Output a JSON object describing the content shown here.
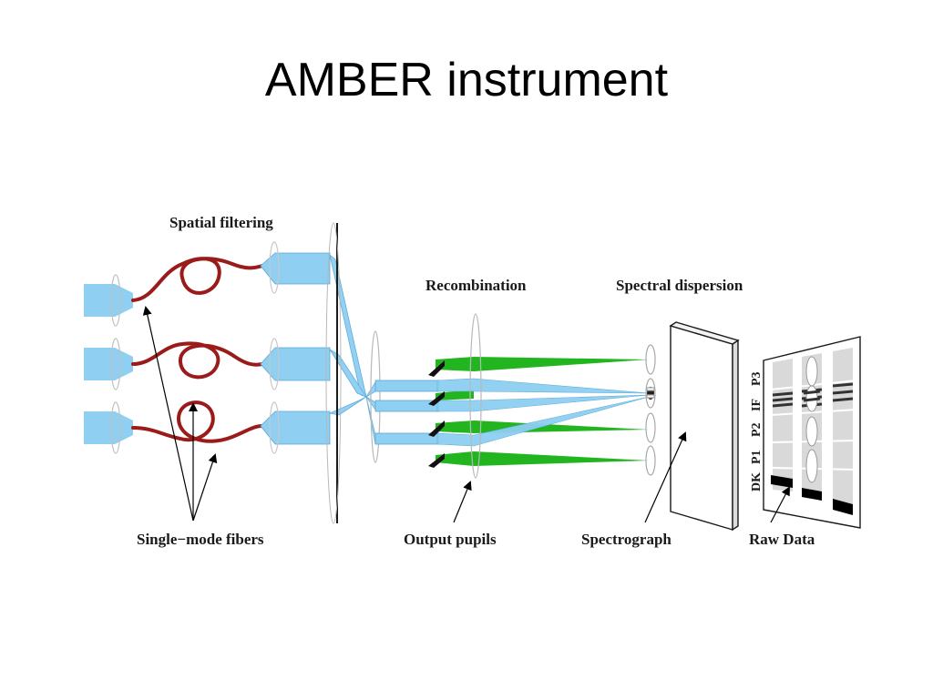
{
  "slide": {
    "title": "AMBER instrument"
  },
  "diagram": {
    "labels": {
      "spatial_filtering": "Spatial filtering",
      "recombination": "Recombination",
      "spectral_dispersion": "Spectral dispersion",
      "single_mode_fibers": "Single−mode fibers",
      "output_pupils": "Output pupils",
      "spectrograph": "Spectrograph",
      "raw_data": "Raw Data"
    },
    "raw_data_rows": [
      "P3",
      "IF",
      "P2",
      "P1",
      "DK"
    ],
    "colors": {
      "beam": "#8ecff2",
      "beam_stroke": "#5aa8d8",
      "fiber": "#9b1b1b",
      "pupil": "#22b51f",
      "lens": "#c8c8c8"
    }
  }
}
